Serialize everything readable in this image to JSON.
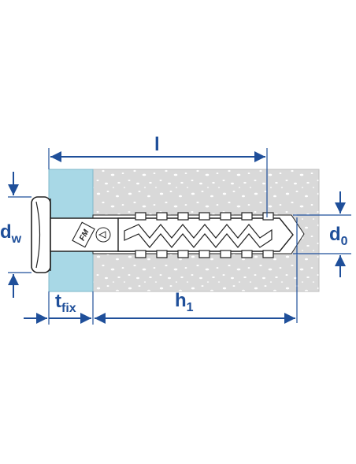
{
  "colors": {
    "dimension_blue": "#1f4f9a",
    "fixture_cyan": "#a8d8e6",
    "concrete_gray": "#d9d9d9",
    "anchor_outline": "#222222",
    "anchor_fill": "#ffffff"
  },
  "labels": {
    "length": "l",
    "washer_diameter_main": "d",
    "washer_diameter_sub": "w",
    "drill_diameter_main": "d",
    "drill_diameter_sub": "0",
    "fixture_thickness_main": "t",
    "fixture_thickness_sub": "fix",
    "embedment_depth_main": "h",
    "embedment_depth_sub": "1"
  },
  "icons": {
    "logo": "fm-logo-icon",
    "arrow": "arrowhead-icon"
  }
}
